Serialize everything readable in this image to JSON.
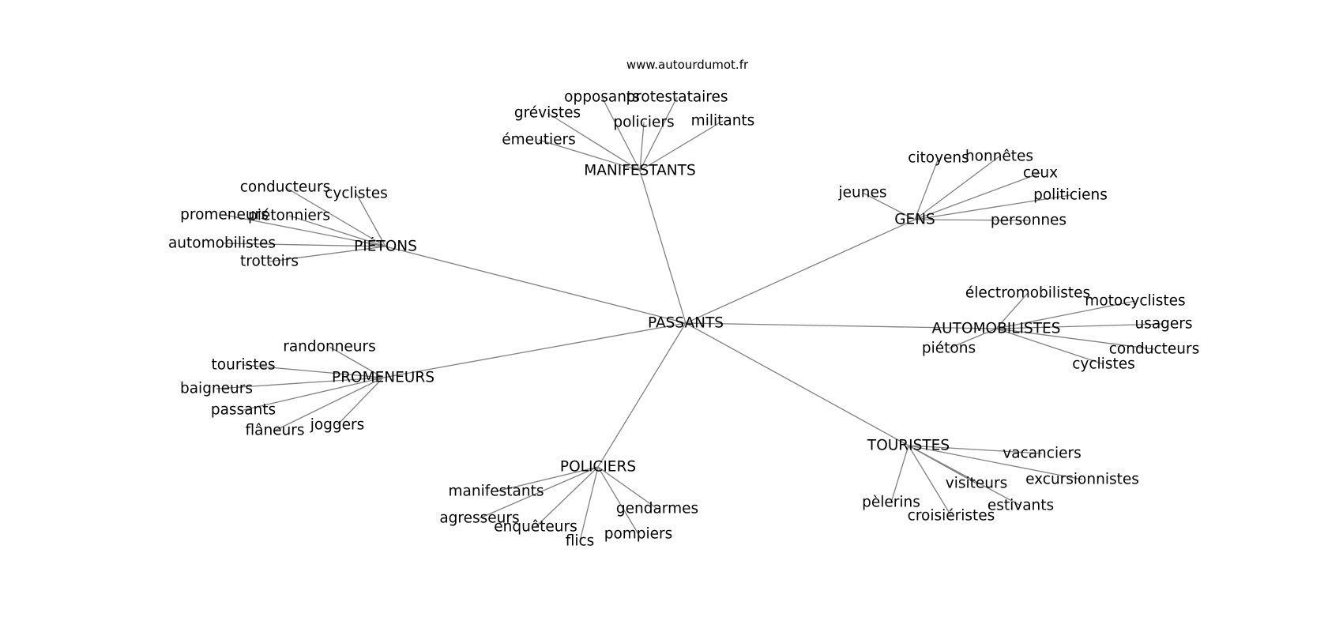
{
  "source": "www.autourdumot.fr",
  "graph": {
    "center": "PASSANTS",
    "clusters": [
      {
        "id": "manifestants",
        "label": "MANIFESTANTS",
        "words": [
          "opposants",
          "protestataires",
          "grévistes",
          "policiers",
          "militants",
          "émeutiers"
        ]
      },
      {
        "id": "gens",
        "label": "GENS",
        "words": [
          "citoyens",
          "honnêtes",
          "ceux",
          "jeunes",
          "politiciens",
          "personnes"
        ]
      },
      {
        "id": "pietons",
        "label": "PIÉTONS",
        "words": [
          "conducteurs",
          "cyclistes",
          "promeneurs",
          "piétonniers",
          "automobilistes",
          "trottoirs"
        ]
      },
      {
        "id": "automobilistes",
        "label": "AUTOMOBILISTES",
        "words": [
          "électromobilistes",
          "motocyclistes",
          "usagers",
          "piétons",
          "conducteurs",
          "cyclistes"
        ]
      },
      {
        "id": "promeneurs",
        "label": "PROMENEURS",
        "words": [
          "randonneurs",
          "touristes",
          "baigneurs",
          "passants",
          "flâneurs",
          "joggers"
        ]
      },
      {
        "id": "touristes",
        "label": "TOURISTES",
        "words": [
          "vacanciers",
          "excursionnistes",
          "visiteurs",
          "estivants",
          "pèlerins",
          "croisiéristes"
        ]
      },
      {
        "id": "policiers",
        "label": "POLICIERS",
        "words": [
          "manifestants",
          "agresseurs",
          "enquêteurs",
          "flics",
          "gendarmes",
          "pompiers"
        ]
      }
    ]
  }
}
